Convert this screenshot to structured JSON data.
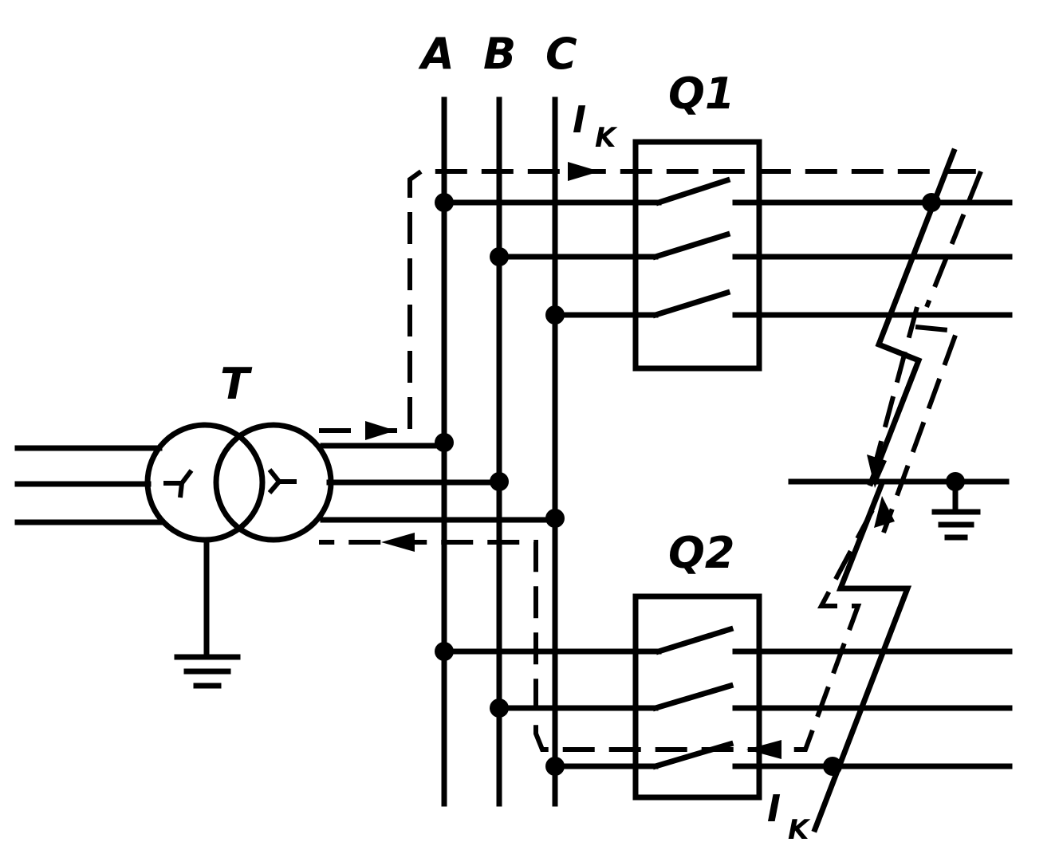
{
  "labels": {
    "transformer": "T",
    "bus_a": "A",
    "bus_b": "B",
    "bus_c": "C",
    "breaker1": "Q1",
    "breaker2": "Q2",
    "fault_current_main": "I",
    "fault_current_main_sub": "K",
    "fault_current_lower": "I",
    "fault_current_lower_sub": "K"
  }
}
